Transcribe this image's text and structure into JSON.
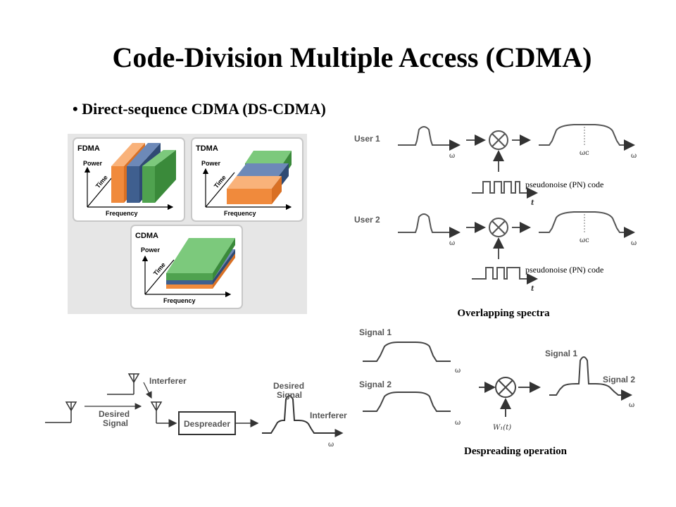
{
  "title": "Code-Division Multiple Access (CDMA)",
  "bullet": "Direct-sequence CDMA (DS-CDMA)",
  "panels": {
    "fdma": {
      "title": "FDMA",
      "power": "Power",
      "time": "Time",
      "frequency": "Frequency"
    },
    "tdma": {
      "title": "TDMA",
      "power": "Power",
      "time": "Time",
      "frequency": "Frequency"
    },
    "cdma": {
      "title": "CDMA",
      "power": "Power",
      "time": "Time",
      "frequency": "Frequency"
    }
  },
  "spread": {
    "user1": "User 1",
    "user2": "User 2",
    "pn_code_1": "pseudonoise (PN) code",
    "pn_code_2": "pseudonoise (PN) code",
    "omega": "ω",
    "omega_c": "ωc",
    "t": "t",
    "caption": "Overlapping spectra"
  },
  "despread_op": {
    "signal1": "Signal 1",
    "signal2": "Signal 2",
    "out_signal1": "Signal 1",
    "out_signal2": "Signal 2",
    "w1": "W₁(t)",
    "omega": "ω",
    "caption": "Despreading operation"
  },
  "receiver": {
    "interferer": "Interferer",
    "desired_signal_l1": "Desired",
    "desired_signal_l2": "Signal",
    "despreader": "Despreader",
    "out_desired_l1": "Desired",
    "out_desired_l2": "Signal",
    "out_interferer": "Interferer",
    "omega": "ω"
  },
  "colors": {
    "orange": "#f08a3c",
    "blue": "#3f5f8f",
    "green": "#4fa24f",
    "panel_bg": "#eaeaea"
  }
}
